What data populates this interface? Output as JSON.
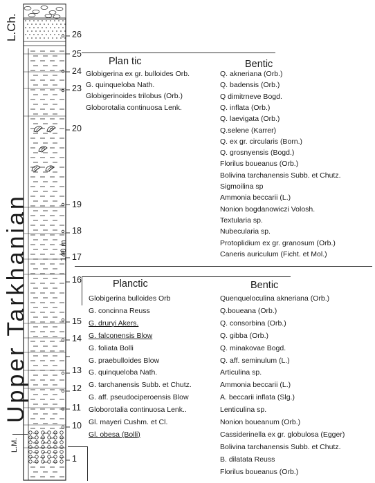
{
  "section": {
    "stage_top": "L.Ch.",
    "stage_main": "Upper Tarkhanian",
    "stage_bottom": "L.M.",
    "thickness": "140 m",
    "layer_numbers": [
      "26",
      "25",
      "24",
      "23",
      "20",
      "19",
      "18",
      "17",
      "16",
      "15",
      "14",
      "13",
      "12",
      "11",
      "10",
      "1"
    ]
  },
  "upper_block": {
    "planktic_header": "Plan tic",
    "benthic_header": "Bentic",
    "planktic": [
      {
        "name": "Globigerina ex gr. bulloides Orb.",
        "underline": false
      },
      {
        "name": "G. quinqueloba Nath.",
        "underline": false
      },
      {
        "name": "Globigerinoides trilobus (Orb.)",
        "underline": false
      },
      {
        "name": "Globorotalia continuosa Lenk.",
        "underline": false
      }
    ],
    "benthic": [
      "Q. akneriana (Orb.)",
      "Q. badensis (Orb.)",
      "Q dimitrneve Bogd.",
      "Q. inflata (Orb.)",
      "Q. laevigata (Orb.)",
      "Q.selene (Karrer)",
      "Q. ex gr. circularis (Born.)",
      "Q. grosnyensis (Bogd.)",
      "Florilus boueanus (Orb.)",
      "Bolivina tarchanensis Subb. et Chutz.",
      "Sigmoilina sp",
      "Ammonia beccarii (L.)",
      "Nonion bogdanowiczi Volosh.",
      "Textularia sp.",
      "Nubecularia sp.",
      "Protoplidium ex gr. granosum (Orb.)",
      "Caneris auriculum (Ficht. et Mol.)"
    ]
  },
  "lower_block": {
    "planktic_header": "Planctic",
    "benthic_header": "Bentic",
    "planktic": [
      {
        "name": "Globigerina bulloides Orb",
        "underline": false
      },
      {
        "name": "G. concinna Reuss",
        "underline": false
      },
      {
        "name": "G. druryi Akers.",
        "underline": true
      },
      {
        "name": "G. falconensis Blow",
        "underline": true
      },
      {
        "name": "G. foliata Bolli",
        "underline": false
      },
      {
        "name": "G. praebulloides Blow",
        "underline": false
      },
      {
        "name": "G. quinqueloba Nath.",
        "underline": false
      },
      {
        "name": "G. tarchanensis Subb. et Chutz.",
        "underline": false
      },
      {
        "name": "G. aff. pseudociperoensis Blow",
        "underline": false
      },
      {
        "name": "Globorotalia continuosa Lenk..",
        "underline": false
      },
      {
        "name": "Gl. mayeri Cushm. et Cl.",
        "underline": false
      },
      {
        "name": "Gl. obesa (Bolli)",
        "underline": true
      }
    ],
    "benthic": [
      "Quenqueloculina akneriana (Orb.)",
      "Q.boueana (Orb.)",
      "Q. consorbina (Orb.)",
      "Q. gibba (Orb.)",
      "Q. minakovae Bogd.",
      "Q. aff. seminulum (L.)",
      "Articulina sp.",
      "Ammonia beccarii (L.)",
      "A. beccarii inflata (Slg.)",
      "Lenticulina sp.",
      "Nonion boueanum (Orb.)",
      "Cassiderinella ex gr. globulosa (Egger)",
      "Bolivina tarchanensis Subb. et Chutz.",
      "B. dilatata Reuss",
      "Florilus boueanus (Orb.)"
    ]
  },
  "colors": {
    "ink": "#1a1a1a",
    "line": "#333333"
  }
}
